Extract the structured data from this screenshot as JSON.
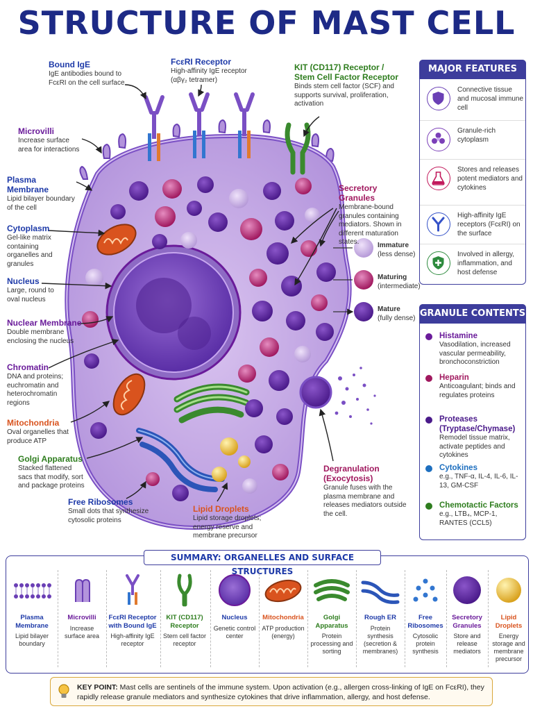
{
  "title": "STRUCTURE OF MAST CELL",
  "labels": {
    "bound_ige": {
      "title": "Bound IgE",
      "desc": "IgE antibodies bound to FcεRI on the cell surface"
    },
    "fceri": {
      "title": "FcεRI Receptor",
      "desc": "High-affinity IgE receptor (αβγ₂ tetramer)"
    },
    "kit": {
      "title": "KIT (CD117) Receptor / Stem Cell Factor Receptor",
      "desc": "Binds stem cell factor (SCF) and supports survival, proliferation, activation"
    },
    "microvilli": {
      "title": "Microvilli",
      "desc": "Increase surface area for interactions"
    },
    "plasma": {
      "title": "Plasma Membrane",
      "desc": "Lipid bilayer boundary of the cell"
    },
    "cytoplasm": {
      "title": "Cytoplasm",
      "desc": "Gel-like matrix containing organelles and granules"
    },
    "nucleus": {
      "title": "Nucleus",
      "desc": "Large, round to oval nucleus"
    },
    "nuclear_membrane": {
      "title": "Nuclear Membrane",
      "desc": "Double membrane enclosing the nucleus"
    },
    "chromatin": {
      "title": "Chromatin",
      "desc": "DNA and proteins; euchromatin and heterochromatin regions"
    },
    "mitochondria": {
      "title": "Mitochondria",
      "desc": "Oval organelles that produce ATP"
    },
    "golgi": {
      "title": "Golgi Apparatus",
      "desc": "Stacked flattened sacs that modify, sort and package proteins"
    },
    "ribosomes": {
      "title": "Free Ribosomes",
      "desc": "Small dots that synthesize cytosolic proteins"
    },
    "lipid": {
      "title": "Lipid Droplets",
      "desc": "Lipid storage droplets; energy reserve and membrane precursor"
    },
    "secretory": {
      "title": "Secretory Granules",
      "desc": "Membrane-bound granules containing mediators. Shown in different maturation states."
    },
    "degranulation": {
      "title": "Degranulation (Exocytosis)",
      "desc": "Granule fuses with the plasma membrane and releases mediators outside the cell."
    }
  },
  "maturation": [
    {
      "name": "Immature",
      "desc": "(less dense)"
    },
    {
      "name": "Maturing",
      "desc": "(intermediate)"
    },
    {
      "name": "Mature",
      "desc": "(fully dense)"
    }
  ],
  "major_features": {
    "header": "MAJOR FEATURES",
    "items": [
      {
        "text": "Connective tissue and mucosal immune cell",
        "icon": "shield-icon",
        "color": "#6a3fb5"
      },
      {
        "text": "Granule-rich cytoplasm",
        "icon": "granules-icon",
        "color": "#7b3fb8"
      },
      {
        "text": "Stores and releases potent mediators and cytokines",
        "icon": "flask-icon",
        "color": "#c2185b"
      },
      {
        "text": "High-affinity IgE receptors (FcεRI) on the surface",
        "icon": "antibody-icon",
        "color": "#3552c8"
      },
      {
        "text": "Involved in allergy, inflammation, and host defense",
        "icon": "shield-plus-icon",
        "color": "#2e8b3e"
      }
    ]
  },
  "granule_contents": {
    "header": "GRANULE CONTENTS",
    "items": [
      {
        "name": "Histamine",
        "desc": "Vasodilation, increased vascular permeability, bronchoconstriction",
        "color": "#6a1b9a"
      },
      {
        "name": "Heparin",
        "desc": "Anticoagulant; binds and regulates proteins",
        "color": "#a0185e"
      },
      {
        "name": "Proteases (Tryptase/Chymase)",
        "desc": "Remodel tissue matrix, activate peptides and cytokines",
        "color": "#4a1a8a"
      },
      {
        "name": "Cytokines",
        "desc": "e.g., TNF-α, IL-4, IL-6, IL-13, GM-CSF",
        "color": "#1e6fbf"
      },
      {
        "name": "Chemotactic Factors",
        "desc": "e.g., LTB₄, MCP-1, RANTES (CCL5)",
        "color": "#2e7d1e"
      }
    ]
  },
  "summary": {
    "header": "SUMMARY: ORGANELLES AND SURFACE STRUCTURES",
    "items": [
      {
        "name": "Plasma Membrane",
        "desc": "Lipid bilayer boundary",
        "color": "#1e3aa8"
      },
      {
        "name": "Microvilli",
        "desc": "Increase surface area",
        "color": "#6a1b9a"
      },
      {
        "name": "FcεRI Receptor with Bound IgE",
        "desc": "High-affinity IgE receptor",
        "color": "#1e3aa8"
      },
      {
        "name": "KIT (CD117) Receptor",
        "desc": "Stem cell factor receptor",
        "color": "#2e7d1e"
      },
      {
        "name": "Nucleus",
        "desc": "Genetic control center",
        "color": "#1e3aa8"
      },
      {
        "name": "Mitochondria",
        "desc": "ATP production (energy)",
        "color": "#d9531e"
      },
      {
        "name": "Golgi Apparatus",
        "desc": "Protein processing and sorting",
        "color": "#2e7d1e"
      },
      {
        "name": "Rough ER",
        "desc": "Protein synthesis (secretion & membranes)",
        "color": "#1e3aa8"
      },
      {
        "name": "Free Ribosomes",
        "desc": "Cytosolic protein synthesis",
        "color": "#1e3aa8"
      },
      {
        "name": "Secretory Granules",
        "desc": "Store and release mediators",
        "color": "#6a1b9a"
      },
      {
        "name": "Lipid Droplets",
        "desc": "Energy storage and membrane precursor",
        "color": "#d9531e"
      }
    ]
  },
  "key_point": {
    "label": "KEY POINT:",
    "text": "Mast cells are sentinels of the immune system. Upon activation (e.g., allergen cross-linking of IgE on FcεRI), they rapidly release granule mediators and synthesize cytokines that drive inflammation, allergy, and host defense."
  }
}
